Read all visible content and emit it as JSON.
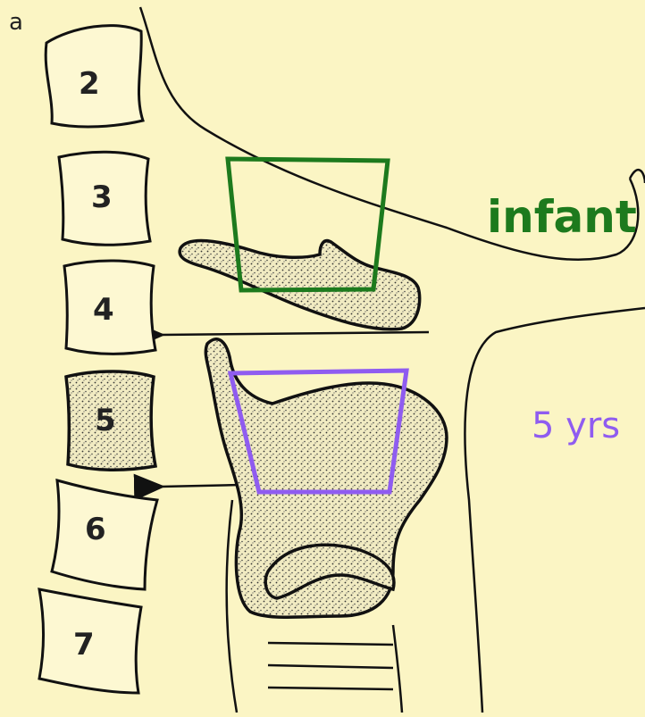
{
  "panel_label": "a",
  "vertebrae": [
    "2",
    "3",
    "4",
    "5",
    "6",
    "7"
  ],
  "labels": {
    "infant": "infant",
    "five_years": "5 yrs"
  },
  "colors": {
    "background": "#fbf5c4",
    "infant": "#1d7a1d",
    "five_years": "#8f5cf0",
    "ink": "#111111"
  }
}
